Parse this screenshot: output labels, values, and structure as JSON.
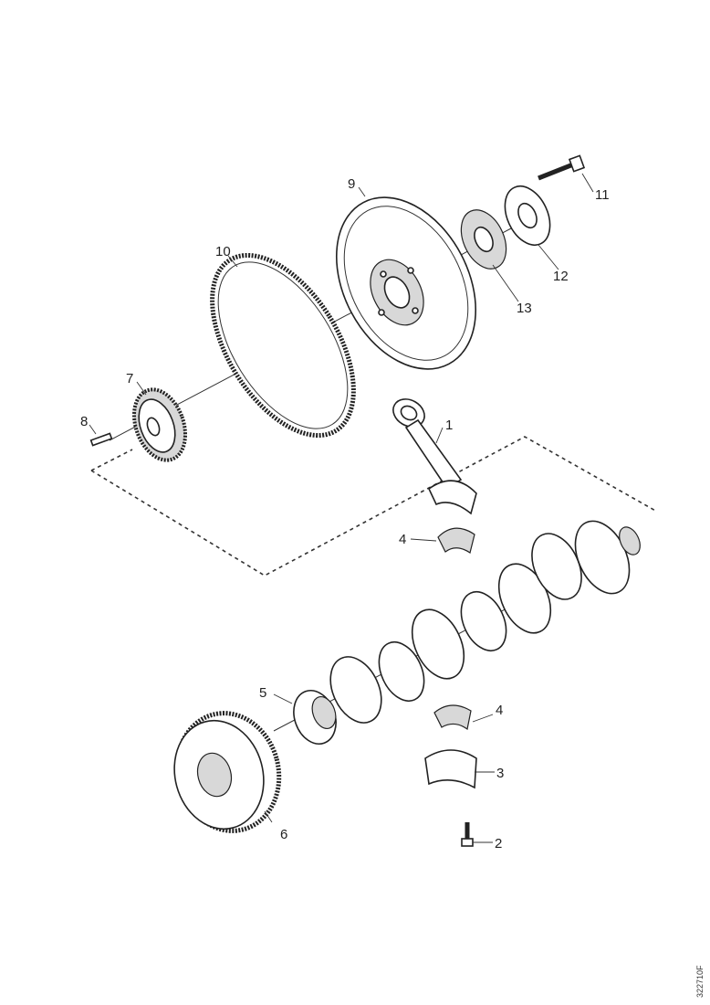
{
  "callouts": {
    "c1": "1",
    "c2": "2",
    "c3": "3",
    "c4a": "4",
    "c4b": "4",
    "c5": "5",
    "c6": "6",
    "c7": "7",
    "c8": "8",
    "c9": "9",
    "c10": "10",
    "c11": "11",
    "c12": "12",
    "c13": "13"
  },
  "drawing_code": "322710F"
}
